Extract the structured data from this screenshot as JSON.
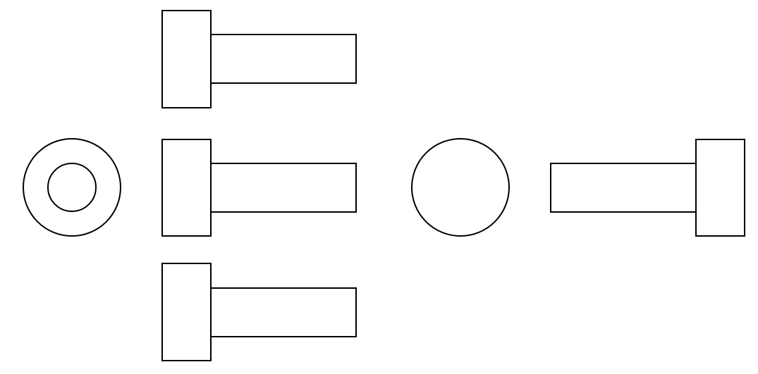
{
  "drawing": {
    "type": "orthographic-projection",
    "subject": "socket-head-cap-screw",
    "views": [
      "top",
      "end-left",
      "front",
      "end-right",
      "rear",
      "bottom"
    ],
    "colors": {
      "background": "#ffffff",
      "line": "#000000"
    }
  }
}
